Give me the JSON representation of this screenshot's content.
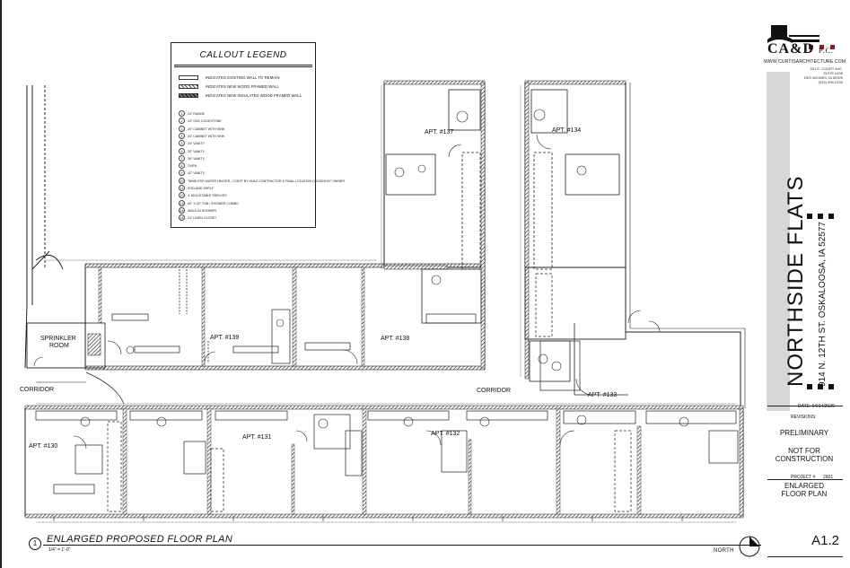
{
  "firm": {
    "name": "CA&D",
    "suffix": "P.C.",
    "website": "WWW.CURTISARCHITECTURE.COM",
    "address_lines": [
      "501 E. COURT AVE.",
      "SUITE #105",
      "DES MOINES, IA 50309",
      "(515) 555-0190"
    ]
  },
  "project": {
    "name": "NORTHSIDE FLATS",
    "address": "914 N. 12TH ST. OSKALOOSA, IA 52577",
    "date_label": "DATE: 04/14/2020",
    "revisions_label": "REVISIONS:",
    "status_1": "PRELIMINARY",
    "status_2a": "NOT FOR",
    "status_2b": "CONSTRUCTION",
    "project_no_label": "PROJECT #",
    "project_no": "2601",
    "sheet_title_a": "ENLARGED",
    "sheet_title_b": "FLOOR PLAN",
    "sheet_number": "A1.2"
  },
  "legend": {
    "title": "CALLOUT LEGEND",
    "walls": [
      {
        "style": "empty",
        "text": "INDICATES EXISTING WALL TO REMAIN"
      },
      {
        "style": "hatch",
        "text": "INDICATES NEW WOOD FRAMED WALL"
      },
      {
        "style": "solid",
        "text": "INDICATES NEW INSULATED WOOD FRAMED WALL"
      }
    ],
    "items": [
      "24\" RANGE",
      "24\" GAS COOKSTONE",
      "24\" CABINET WITH SINK",
      "24\" CABINET WITH SINK",
      "24\" VANITY",
      "30\" VANITY",
      "36\" VANITY",
      "OVEN",
      "42\" VANITY",
      "TANKLESS WATER HEATER, CONTF BY HVAC CONTRACTOR & FINAL LOCATION CHOSEN BY OWNER",
      "ROD AND SHELF",
      "4' ADJUSTABLE SHELVES",
      "60\" X 32\" TUB / SHOWER COMBO",
      "WALK-IN SHOWER",
      "24\" LINEN CLOSET"
    ]
  },
  "rooms": {
    "apt_137": "APT. #137",
    "apt_134": "APT. #134",
    "apt_139": "APT. #139",
    "apt_138": "APT. #138",
    "apt_133": "APT. #133",
    "apt_131": "APT. #131",
    "apt_132": "APT. #132",
    "apt_130": "APT. #130",
    "sprinkler_a": "SPRINKLER",
    "sprinkler_b": "ROOM",
    "corridor_left": "CORRIDOR",
    "corridor_right": "CORRIDOR"
  },
  "plan": {
    "number": "1",
    "title": "ENLARGED PROPOSED FLOOR PLAN",
    "scale": "1/4\" = 1'-0\"",
    "north": "NORTH"
  }
}
